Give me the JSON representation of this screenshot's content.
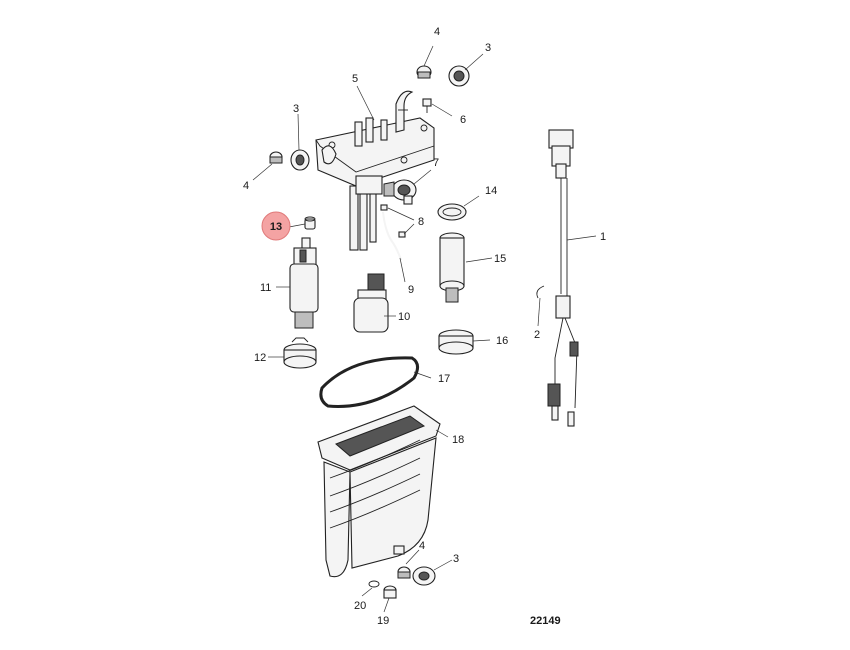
{
  "diagram": {
    "reference_number": "22149",
    "highlighted_callout": "13",
    "highlight_color": "#f4a3a3",
    "callouts": {
      "c1": "1",
      "c2": "2",
      "c3a": "3",
      "c3b": "3",
      "c3c": "3",
      "c4a": "4",
      "c4b": "4",
      "c4c": "4",
      "c5": "5",
      "c6": "6",
      "c7": "7",
      "c8": "8",
      "c9": "9",
      "c10": "10",
      "c11": "11",
      "c12": "12",
      "c13": "13",
      "c14": "14",
      "c15": "15",
      "c16": "16",
      "c17": "17",
      "c18": "18",
      "c19": "19",
      "c20": "20"
    }
  }
}
